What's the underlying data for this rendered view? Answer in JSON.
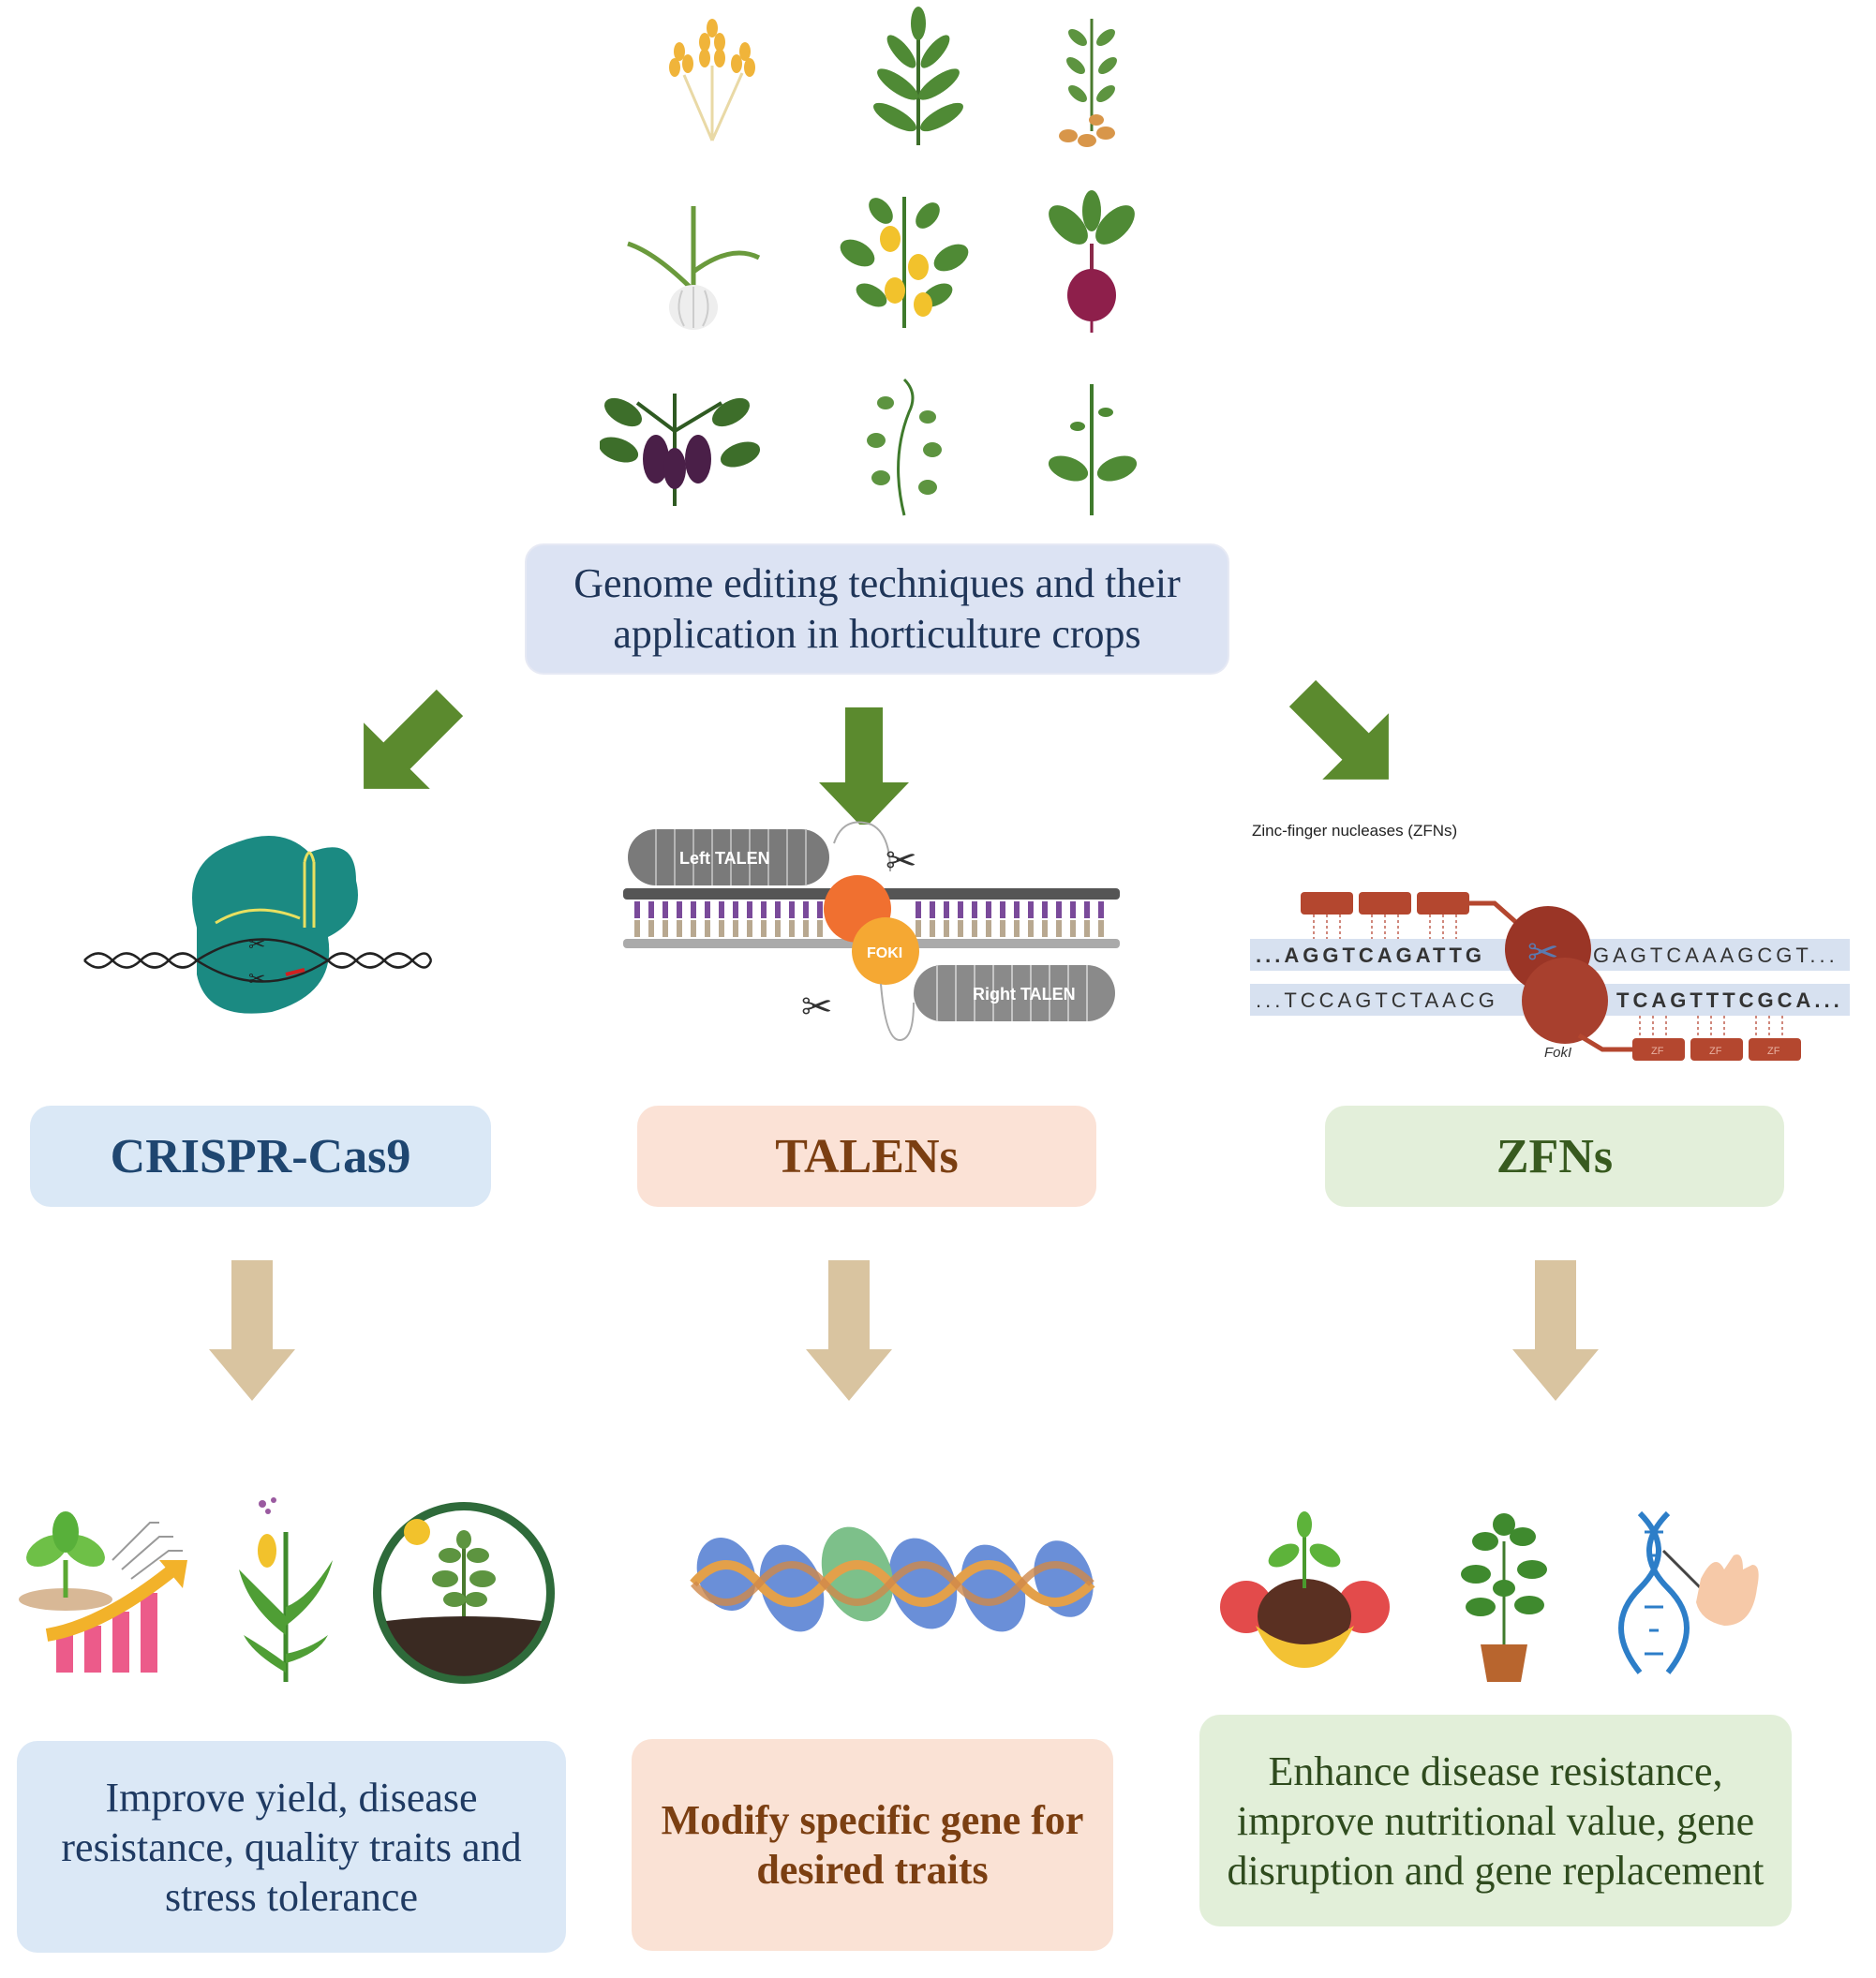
{
  "title": "Genome editing techniques and their application in horticulture crops",
  "methods": {
    "crispr": {
      "label": "CRISPR-Cas9",
      "outcome": "Improve yield, disease resistance, quality traits and stress tolerance"
    },
    "talen": {
      "label": "TALENs",
      "left_label": "Left TALEN",
      "right_label": "Right TALEN",
      "foki_label": "FOKI",
      "outcome": "Modify specific gene for desired traits"
    },
    "zfn": {
      "label": "ZFNs",
      "diagram_title": "Zinc-finger nucleases (ZFNs)",
      "seq_top_left": "...AGGTCAGATTG",
      "seq_top_right": "GAGTCAAAGCGT...",
      "seq_bottom_left": "...TCCAGTCTAACG",
      "seq_bottom_right": "TCAGTTTCGCA...",
      "zf_label": "ZF",
      "foki_label": "FokI",
      "outcome": "Enhance disease resistance, improve nutritional value, gene disruption and gene replacement"
    }
  },
  "colors": {
    "green_arrow": "#5b8a2e",
    "tan_arrow": "#d9c4a0",
    "crispr_text": "#1f4670",
    "talen_text": "#7b3f12",
    "zfn_text": "#385a1f"
  },
  "icons": [
    "wheat-icon",
    "leafy-plant-icon",
    "potato-plant-icon",
    "garlic-icon",
    "pepper-plant-icon",
    "beet-icon",
    "eggplant-icon",
    "vine-icon",
    "seedling-icon"
  ]
}
